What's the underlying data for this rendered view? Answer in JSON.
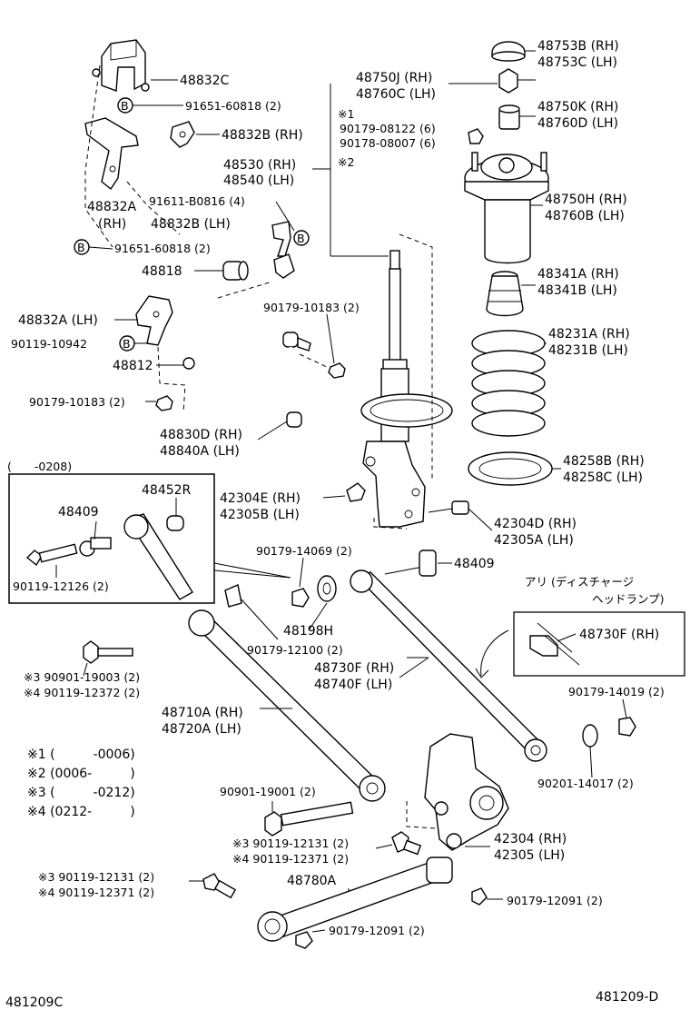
{
  "diagram_id_left": "481209C",
  "diagram_id_right": "481209-D",
  "labels": {
    "p48832C": "48832C",
    "p91651_1": "91651-60818 (2)",
    "p48832B_rh": "48832B (RH)",
    "p48832A_rh_1": "48832A",
    "p48832A_rh_2": "(RH)",
    "p91611": "91611-B0816 (4)",
    "p48832B_lh": "48832B (LH)",
    "p91651_2": "91651-60818 (2)",
    "p48818": "48818",
    "p48832A_lh": "48832A (LH)",
    "p90119_10942": "90119-10942",
    "p48812": "48812",
    "p90179_10183_a": "90179-10183 (2)",
    "p90179_10183_b": "90179-10183 (2)",
    "p48830D": "48830D (RH)",
    "p48840A": "48840A (LH)",
    "p48750J": "48750J (RH)",
    "p48760C": "48760C (LH)",
    "pmark1": "※1",
    "p90179_08122": "90179-08122 (6)",
    "p90178_08007": "90178-08007 (6)",
    "pmark2": "※2",
    "p48530": "48530 (RH)",
    "p48540": "48540 (LH)",
    "p48753B": "48753B (RH)",
    "p48753C": "48753C (LH)",
    "p48750K": "48750K (RH)",
    "p48760D": "48760D (LH)",
    "p48750H": "48750H (RH)",
    "p48760B": "48760B (LH)",
    "p48341A": "48341A (RH)",
    "p48341B": "48341B (LH)",
    "p48231A": "48231A (RH)",
    "p48231B": "48231B (LH)",
    "p48258B": "48258B (RH)",
    "p48258C": "48258C (LH)",
    "p42304E": "42304E (RH)",
    "p42305B": "42305B (LH)",
    "p42304D": "42304D (RH)",
    "p42305A": "42305A (LH)",
    "inset_range": "(　　-0208)",
    "inset_48409": "48409",
    "inset_48452R": "48452R",
    "inset_90119_12126": "90119-12126 (2)",
    "p90179_14069": "90179-14069 (2)",
    "p48409": "48409",
    "p48198H": "48198H",
    "p90179_12100": "90179-12100 (2)",
    "p48730F_lbl": "48730F (RH)",
    "p48740F_lbl": "48740F (LH)",
    "hid_1": "アリ (ディスチャージ",
    "hid_2": "ヘッドランプ)",
    "hid_part": "48730F (RH)",
    "p90901_19003": "※3 90901-19003 (2)",
    "p90119_12372": "※4 90119-12372 (2)",
    "p48710A": "48710A (RH)",
    "p48720A": "48720A (LH)",
    "p90179_14019": "90179-14019 (2)",
    "p90201_14017": "90201-14017 (2)",
    "note1": "※1 (　　　-0006)",
    "note2": "※2 (0006-　　　)",
    "note3": "※3 (　　　-0212)",
    "note4": "※4 (0212-　　　)",
    "p90901_19001": "90901-19001 (2)",
    "p90119_12131_a": "※3 90119-12131 (2)",
    "p90119_12371_a": "※4 90119-12371 (2)",
    "p42304": "42304 (RH)",
    "p42305": "42305 (LH)",
    "p90119_12131_b": "※3 90119-12131 (2)",
    "p90119_12371_b": "※4 90119-12371 (2)",
    "p48780A": "48780A",
    "p90179_12091_a": "90179-12091 (2)",
    "p90179_12091_b": "90179-12091 (2)",
    "badge_b": "B"
  }
}
